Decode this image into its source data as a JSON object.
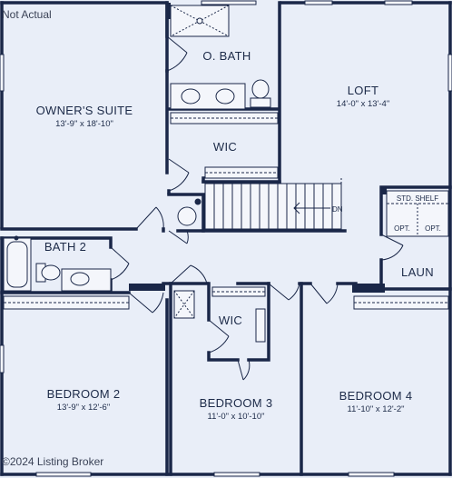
{
  "notice": "Not Actual",
  "copyright": "©2024 Listing Broker",
  "stair_label": "DN",
  "colors": {
    "wall": "#1a2748",
    "floor": "#e9eef8",
    "fixture": "#f4f6fb"
  },
  "rooms": {
    "owners_suite": {
      "name": "OWNER'S SUITE",
      "dims": "13'-9\" x 18'-10\""
    },
    "owner_bath": {
      "name": "O. BATH"
    },
    "owner_wic": {
      "name": "WIC"
    },
    "loft": {
      "name": "LOFT",
      "dims": "14'-0\" x 13'-4\""
    },
    "bath2": {
      "name": "BATH 2"
    },
    "laundry": {
      "name": "LAUN",
      "shelf": "STD. SHELF",
      "opt_left": "OPT.",
      "opt_right": "OPT."
    },
    "wic2": {
      "name": "WIC"
    },
    "bedroom2": {
      "name": "BEDROOM 2",
      "dims": "13'-9\" x 12'-6\""
    },
    "bedroom3": {
      "name": "BEDROOM 3",
      "dims": "11'-0\" x 10'-10\""
    },
    "bedroom4": {
      "name": "BEDROOM 4",
      "dims": "11'-10\" x 12'-2\""
    }
  }
}
